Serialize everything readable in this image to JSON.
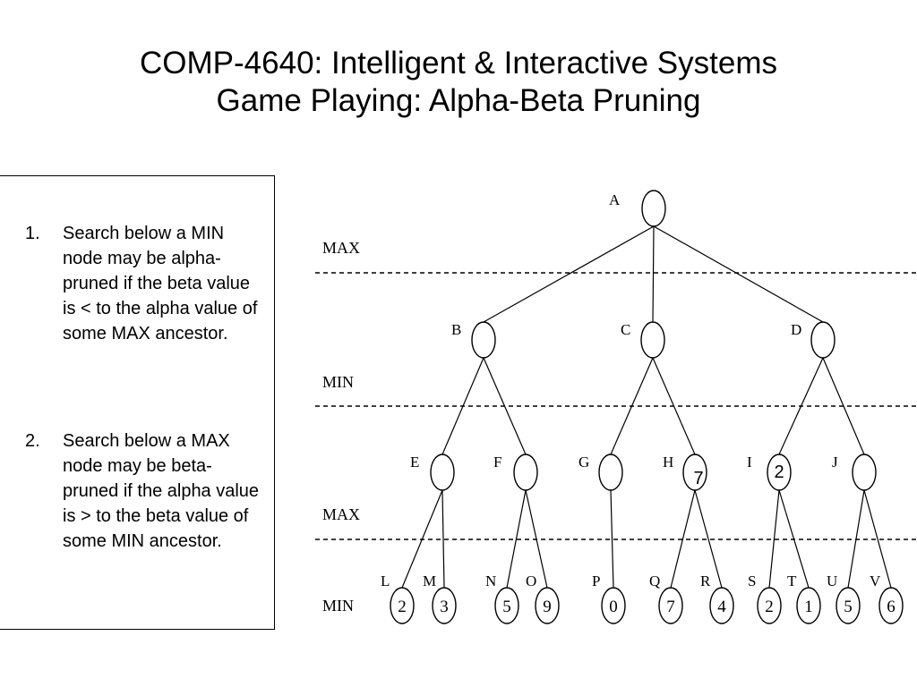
{
  "title": {
    "line1": "COMP-4640: Intelligent & Interactive Systems",
    "line2": "Game Playing: Alpha-Beta Pruning"
  },
  "rules": [
    {
      "number": "1.",
      "text": "Search below a MIN node may be alpha-pruned if the beta value is < to the alpha value of some MAX ancestor."
    },
    {
      "number": "2.",
      "text": "Search below a MAX node may be beta-pruned if the alpha value is > to the beta value of some MIN ancestor."
    }
  ],
  "levels": [
    "MAX",
    "MIN",
    "MAX",
    "MIN"
  ],
  "tree": {
    "root": "A",
    "nodes": [
      {
        "name": "A",
        "children": [
          "B",
          "C",
          "D"
        ]
      },
      {
        "name": "B",
        "children": [
          "E",
          "F"
        ]
      },
      {
        "name": "C",
        "children": [
          "G",
          "H"
        ]
      },
      {
        "name": "D",
        "children": [
          "I",
          "J"
        ]
      },
      {
        "name": "E",
        "children": [
          "L",
          "M"
        ]
      },
      {
        "name": "F",
        "children": [
          "N",
          "O"
        ]
      },
      {
        "name": "G",
        "children": [
          "P"
        ]
      },
      {
        "name": "H",
        "children": [
          "Q",
          "R"
        ],
        "annotation": "7"
      },
      {
        "name": "I",
        "children": [
          "S",
          "T"
        ],
        "annotation": "2"
      },
      {
        "name": "J",
        "children": [
          "U",
          "V"
        ]
      },
      {
        "name": "L",
        "value": "2"
      },
      {
        "name": "M",
        "value": "3"
      },
      {
        "name": "N",
        "value": "5"
      },
      {
        "name": "O",
        "value": "9"
      },
      {
        "name": "P",
        "value": "0"
      },
      {
        "name": "Q",
        "value": "7"
      },
      {
        "name": "R",
        "value": "4"
      },
      {
        "name": "S",
        "value": "2"
      },
      {
        "name": "T",
        "value": "1"
      },
      {
        "name": "U",
        "value": "5"
      },
      {
        "name": "V",
        "value": "6"
      }
    ]
  }
}
